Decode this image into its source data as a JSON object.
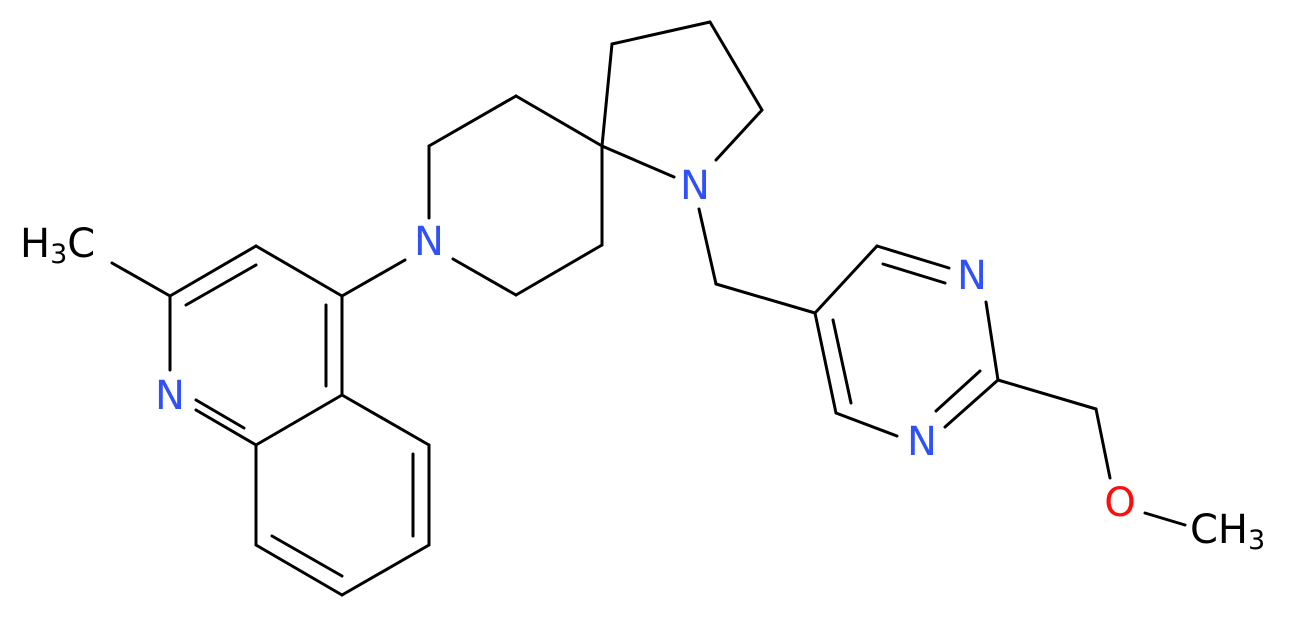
{
  "colors": {
    "background": "#ffffff",
    "bond": "#000000",
    "nitrogen": "#3050f8",
    "oxygen": "#ff0d0d",
    "carbon_label": "#000000"
  },
  "atoms": {
    "methyl_left": {
      "main": "H",
      "sub": "3",
      "tail": "C"
    },
    "n_quinoline": "N",
    "n_piperidine": "N",
    "n_pyrrolidine": "N",
    "n_pyrimidine_top": "N",
    "n_pyrimidine_bottom": "N",
    "oxygen": "O",
    "methyl_right": {
      "main": "CH",
      "sub": "3"
    }
  }
}
